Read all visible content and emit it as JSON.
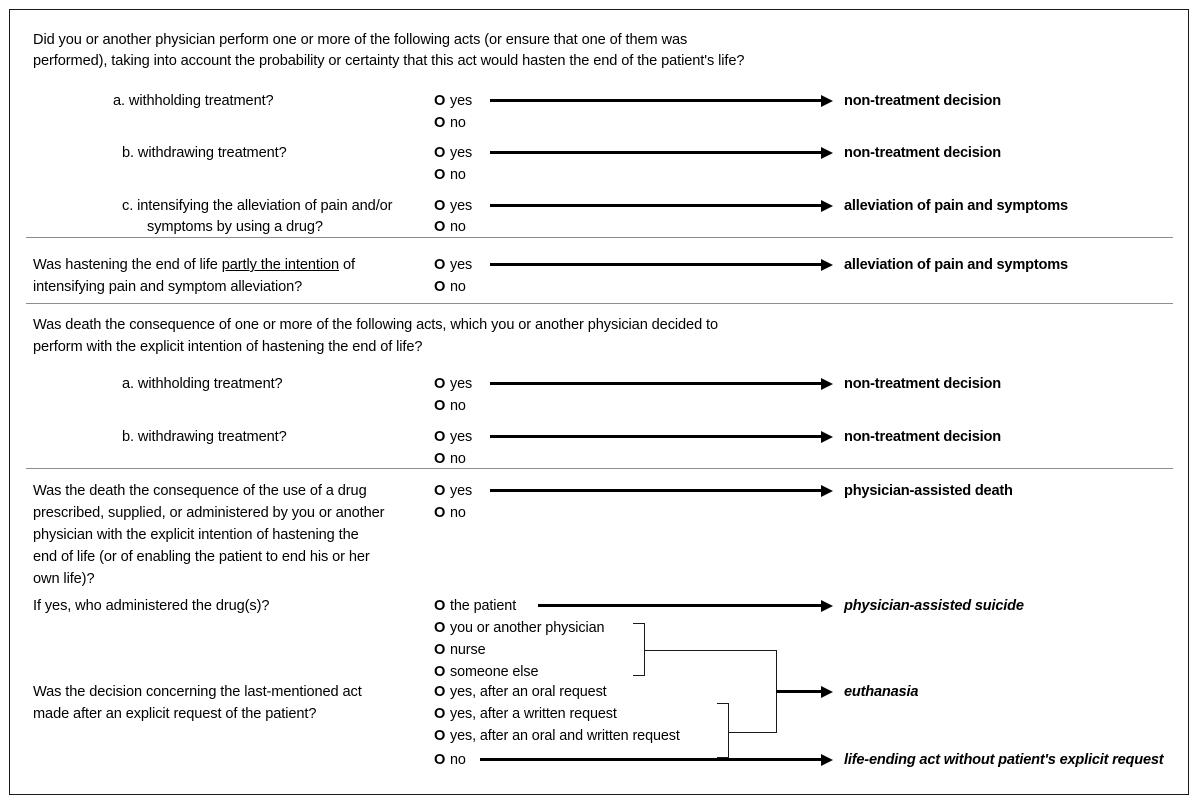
{
  "diagram": {
    "title": "End-of-life decision classification questionnaire flow",
    "sections": [
      {
        "id": "section-1",
        "question": {
          "line1": "Did you or another physician perform one or more of the following acts (or ensure that one of them was",
          "line2": "performed), taking into account the probability or certainty that this act would hasten the end of the patient's life?"
        },
        "items": [
          {
            "label": "a. withholding treatment?",
            "options": [
              "yes",
              "no"
            ],
            "outcome": "non-treatment decision"
          },
          {
            "label": "b. withdrawing treatment?",
            "options": [
              "yes",
              "no"
            ],
            "outcome": "non-treatment decision"
          },
          {
            "label_line1": "c. intensifying the alleviation of pain and/or",
            "label_line2": "symptoms by using a drug?",
            "options": [
              "yes",
              "no"
            ],
            "outcome": "alleviation of pain and symptoms"
          }
        ]
      },
      {
        "id": "section-2",
        "question": {
          "line1_pre": "Was hastening the end of life ",
          "line1_underlined": "partly the intention",
          "line1_post": " of",
          "line2": "intensifying pain and symptom alleviation?"
        },
        "options": [
          "yes",
          "no"
        ],
        "outcome": "alleviation of pain and symptoms"
      },
      {
        "id": "section-3",
        "question": {
          "line1": "Was death the consequence of one or more of the following acts, which you or another physician decided to",
          "line2": "perform with the explicit intention of hastening the end of life?"
        },
        "items": [
          {
            "label": "a. withholding treatment?",
            "options": [
              "yes",
              "no"
            ],
            "outcome": "non-treatment decision"
          },
          {
            "label": "b. withdrawing treatment?",
            "options": [
              "yes",
              "no"
            ],
            "outcome": "non-treatment decision"
          }
        ]
      },
      {
        "id": "section-4",
        "question": {
          "line1": "Was the death the consequence of the use of a drug",
          "line2": "prescribed, supplied, or administered by you or another",
          "line3": "physician with the explicit intention of hastening the",
          "line4": "end of life (or of enabling the patient to end his or her",
          "line5": "own life)?"
        },
        "options": [
          "yes",
          "no"
        ],
        "outcome": "physician-assisted death",
        "followup_administered": {
          "question": "If yes, who administered the drug(s)?",
          "options": [
            "the patient",
            "you or another physician",
            "nurse",
            "someone else"
          ],
          "outcome_first_option": "physician-assisted suicide"
        },
        "followup_request": {
          "question_line1": "Was the decision concerning the last-mentioned act",
          "question_line2": "made after an explicit request of the patient?",
          "options": [
            "yes, after an oral request",
            "yes, after a written request",
            "yes, after an oral and written request",
            "no"
          ],
          "outcome_merged": "euthanasia",
          "outcome_no": "life-ending act without patient's explicit request"
        }
      }
    ],
    "bullet_glyph": "O"
  }
}
